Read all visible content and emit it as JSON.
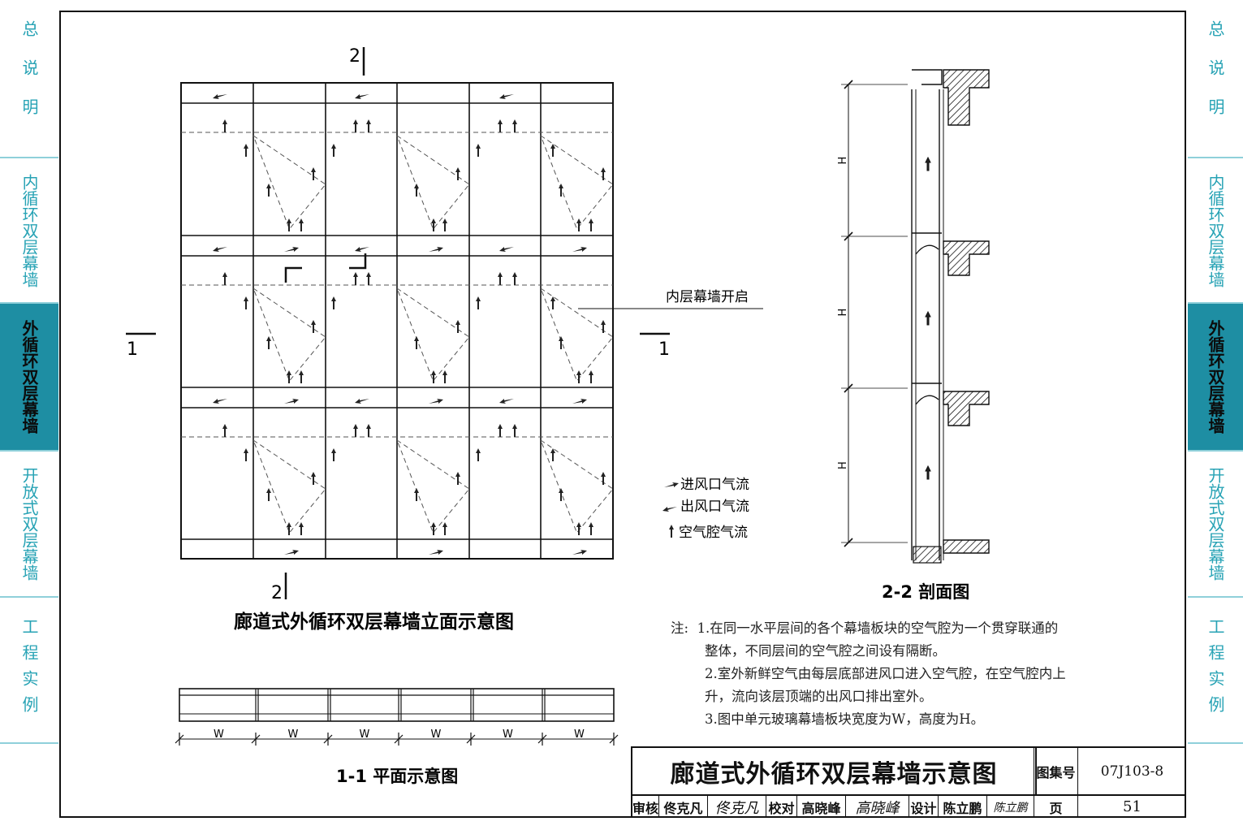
{
  "sidebar_left": {
    "tabs": [
      {
        "label": "总说明",
        "active": false
      },
      {
        "label": "内循环双层幕墙",
        "active": false
      },
      {
        "label": "外循环双层幕墙",
        "active": true
      },
      {
        "label": "开放式双层幕墙",
        "active": false
      },
      {
        "label": "工程实例",
        "active": false
      }
    ]
  },
  "sidebar_right": {
    "tabs": [
      {
        "label": "总说明",
        "active": false
      },
      {
        "label": "内循环双层幕墙",
        "active": false
      },
      {
        "label": "外循环双层幕墙",
        "active": true
      },
      {
        "label": "开放式双层幕墙",
        "active": false
      },
      {
        "label": "工程实例",
        "active": false
      }
    ]
  },
  "elevation": {
    "caption": "廊道式外循环双层幕墙立面示意图",
    "section_mark_2": "2",
    "section_mark_1": "1",
    "annotation": "内层幕墙开启"
  },
  "legend": {
    "items": [
      "进风口气流",
      "出风口气流",
      "空气腔气流"
    ]
  },
  "plan": {
    "caption": "1-1 平面示意图",
    "dim_label": "W"
  },
  "section": {
    "caption": "2-2 剖面图",
    "dim_label": "H"
  },
  "notes": {
    "prefix": "注:",
    "lines": [
      "1.在同一水平层间的各个幕墙板块的空气腔为一个贯穿联通的",
      "整体，不同层间的空气腔之间设有隔断。",
      "2.室外新鲜空气由每层底部进风口进入空气腔，在空气腔内上",
      "升，流向该层顶端的出风口排出室外。",
      "3.图中单元玻璃幕墙板块宽度为W，高度为H。"
    ]
  },
  "title_block": {
    "title": "廊道式外循环双层幕墙示意图",
    "atlas_label": "图集号",
    "atlas_no": "07J103-8",
    "review_label": "审核",
    "reviewer": "佟克凡",
    "reviewer_sig": "佟克凡",
    "check_label": "校对",
    "checker": "高晓峰",
    "checker_sig": "高晓峰",
    "design_label": "设计",
    "designer": "陈立鹏",
    "designer_sig": "陈立鹏",
    "page_label": "页",
    "page_no": "51"
  }
}
